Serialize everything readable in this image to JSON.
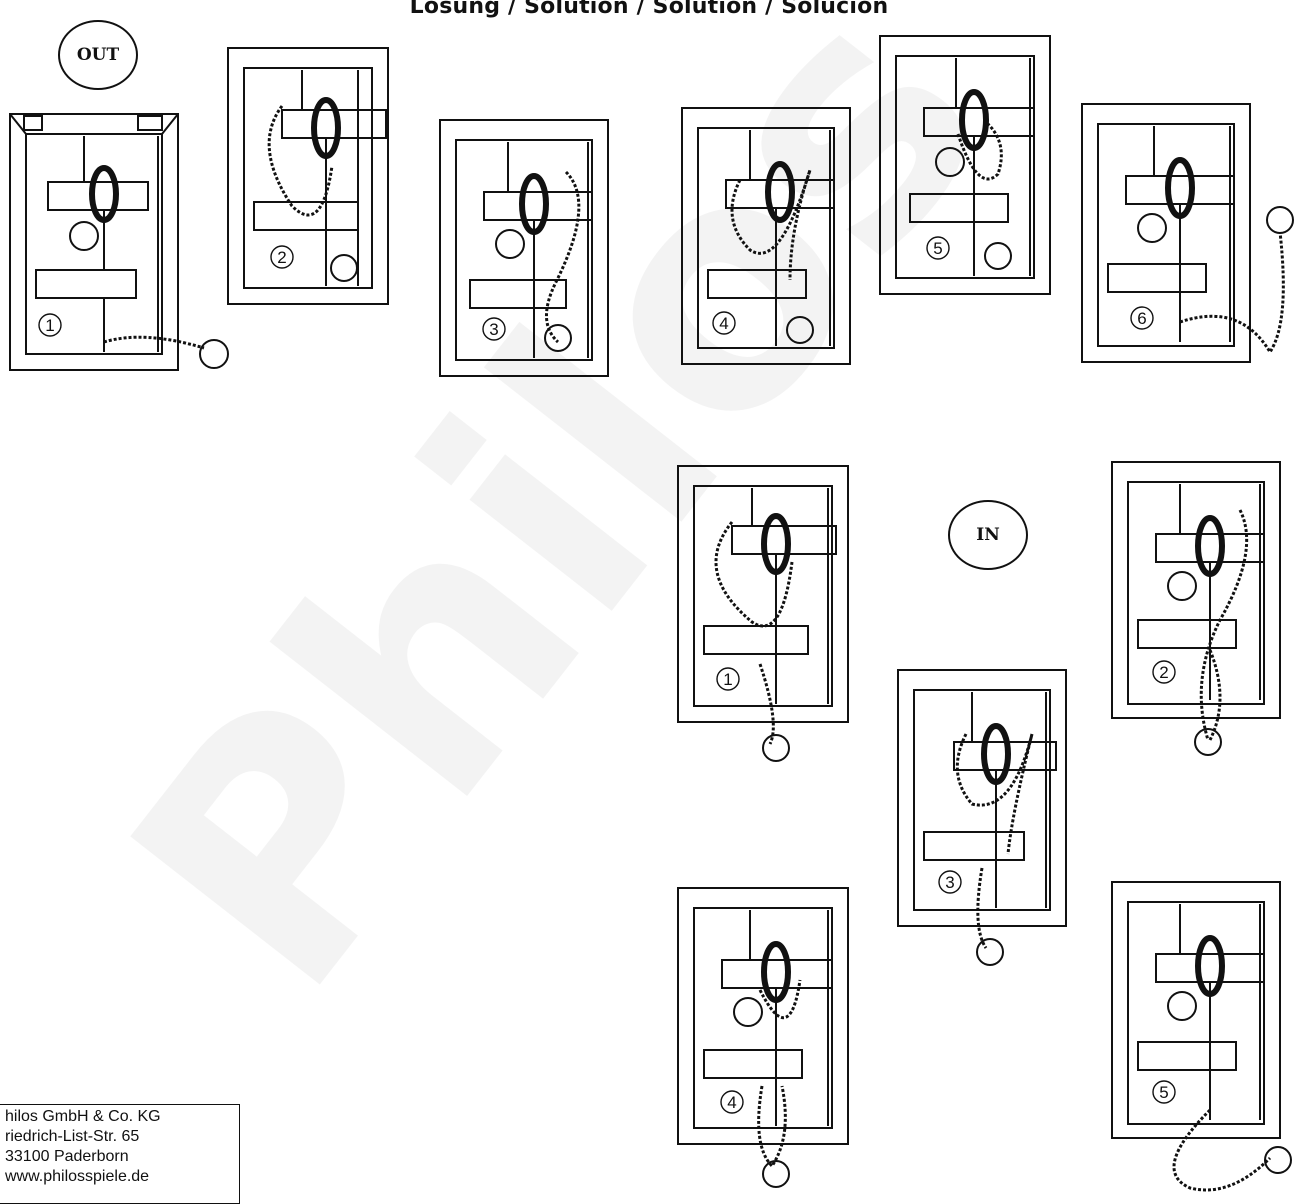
{
  "title": "Lösung / Solution / Solution / Solución",
  "watermark": "Philos",
  "out_badge": "OUT",
  "in_badge": "IN",
  "out_steps": [
    "1",
    "2",
    "3",
    "4",
    "5",
    "6"
  ],
  "in_steps": [
    "1",
    "2",
    "3",
    "4",
    "5"
  ],
  "address": {
    "line1": "hilos GmbH & Co. KG",
    "line2": "riedrich-List-Str. 65",
    "line3": "33100 Paderborn",
    "line4": "www.philosspiele.de"
  }
}
